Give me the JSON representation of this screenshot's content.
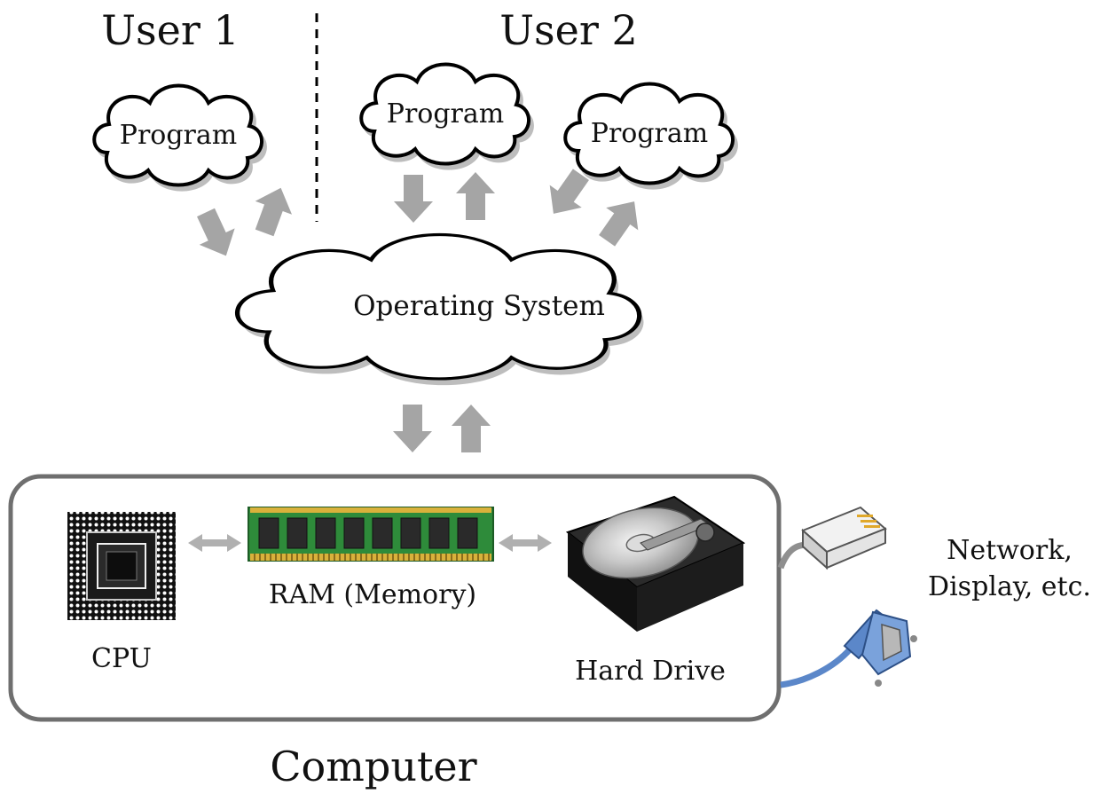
{
  "users": {
    "user1": "User 1",
    "user2": "User 2"
  },
  "programs": [
    "Program",
    "Program",
    "Program"
  ],
  "os_label": "Operating System",
  "components": {
    "cpu": "CPU",
    "ram": "RAM (Memory)",
    "hard_drive": "Hard Drive"
  },
  "peripherals_label": [
    "Network,",
    "Display, etc."
  ],
  "computer_label": "Computer",
  "colors": {
    "arrow": "#a5a5a5",
    "box_border": "#6f6f6f",
    "ram_board": "#2e8b3a",
    "cable_blue": "#5b87c9"
  }
}
